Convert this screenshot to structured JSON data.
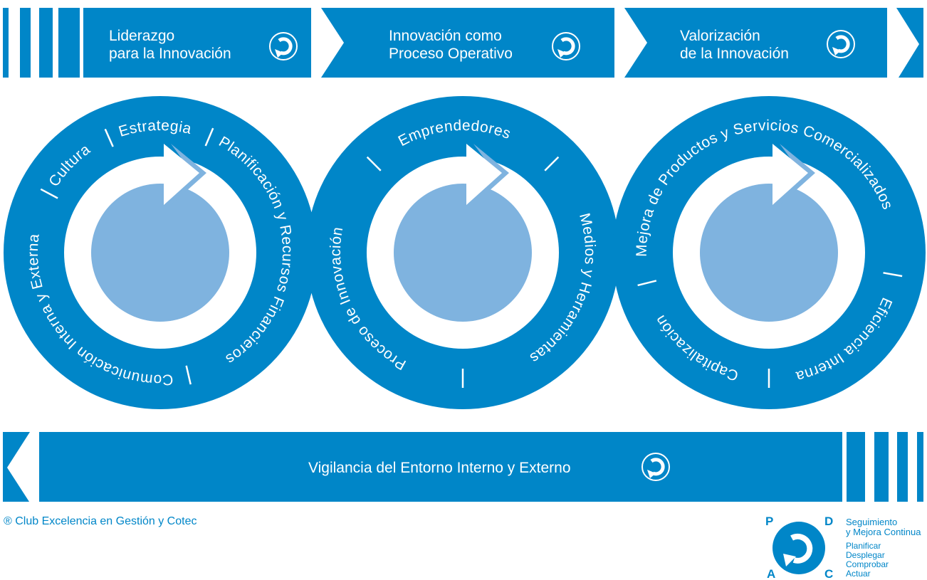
{
  "colors": {
    "primary": "#0086c8",
    "inner_disc": "#7fb3df",
    "background": "#ffffff"
  },
  "top_banners": [
    {
      "line1": "Liderazgo",
      "line2": "para la Innovación",
      "icon": "pdca-cycle-icon"
    },
    {
      "line1": "Innovación como",
      "line2": "Proceso Operativo",
      "icon": "pdca-cycle-icon"
    },
    {
      "line1": "Valorización",
      "line2": "de la Innovación",
      "icon": "pdca-cycle-icon"
    }
  ],
  "circles": [
    {
      "labels": [
        "Cultura",
        "Estrategia",
        "Planificación y Recursos Financieros",
        "Comunicación Interna y Externa"
      ]
    },
    {
      "labels": [
        "Emprendedores",
        "Medios y Herramientas",
        "Proceso de Innovación"
      ]
    },
    {
      "labels": [
        "Mejora de Productos y Servicios Comercializados",
        "Eficiencia  Interna",
        "Capitalización"
      ]
    }
  ],
  "bottom_banner": {
    "label": "Vigilancia del Entorno Interno y Externo",
    "icon": "pdca-cycle-icon"
  },
  "footer": {
    "copyright": "® Club Excelencia en Gestión y Cotec"
  },
  "legend": {
    "letters": {
      "p": "P",
      "d": "D",
      "a": "A",
      "c": "C"
    },
    "title1": "Seguimiento",
    "title2": "y Mejora Continua",
    "items": [
      "Planificar",
      "Desplegar",
      "Comprobar",
      "Actuar"
    ]
  }
}
